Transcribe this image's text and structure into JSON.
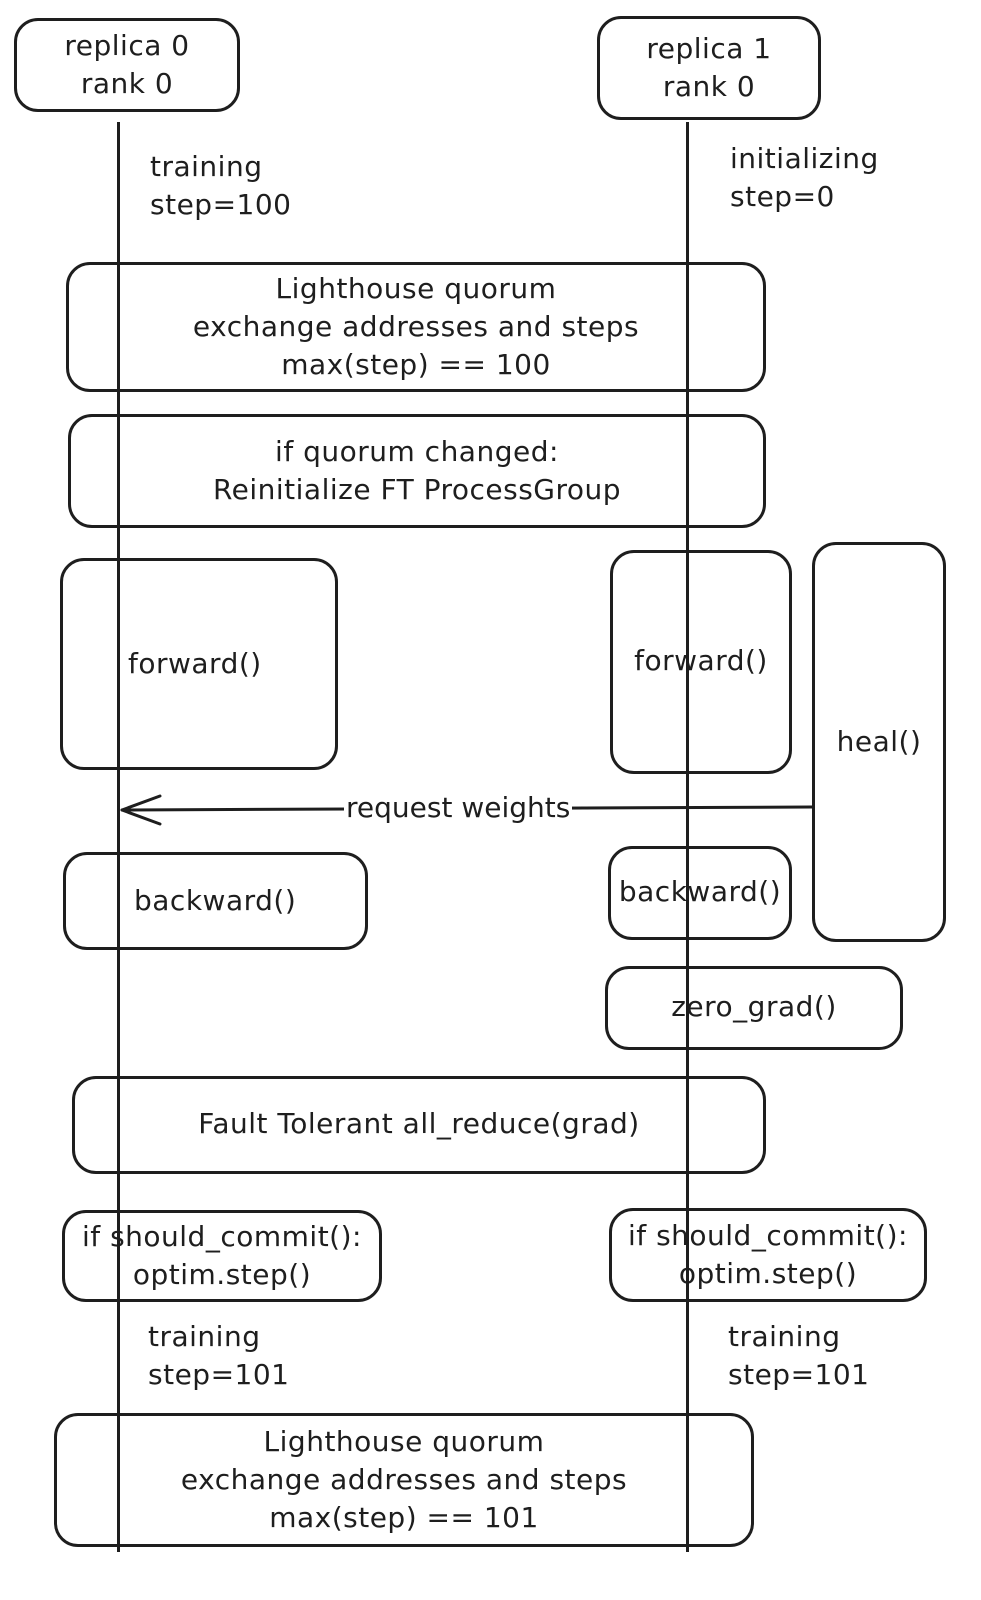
{
  "participants": {
    "replica0": "replica 0\nrank 0",
    "replica1": "replica 1\nrank 0"
  },
  "states": {
    "r0_initial": "training\nstep=100",
    "r1_initial": "initializing\nstep=0",
    "r0_after": "training\nstep=101",
    "r1_after": "training\nstep=101"
  },
  "steps": {
    "quorum1": "Lighthouse quorum\nexchange addresses and steps\nmax(step) == 100",
    "reinit": "if quorum changed:\nReinitialize FT ProcessGroup",
    "r0_forward": "forward()",
    "r1_forward": "forward()",
    "heal": "heal()",
    "request_weights": "request weights",
    "r0_backward": "backward()",
    "r1_backward": "backward()",
    "zero_grad": "zero_grad()",
    "allreduce": "Fault Tolerant all_reduce(grad)",
    "r0_commit": "if should_commit():\noptim.step()",
    "r1_commit": "if should_commit():\noptim.step()",
    "quorum2": "Lighthouse quorum\nexchange addresses and steps\nmax(step) == 101"
  }
}
